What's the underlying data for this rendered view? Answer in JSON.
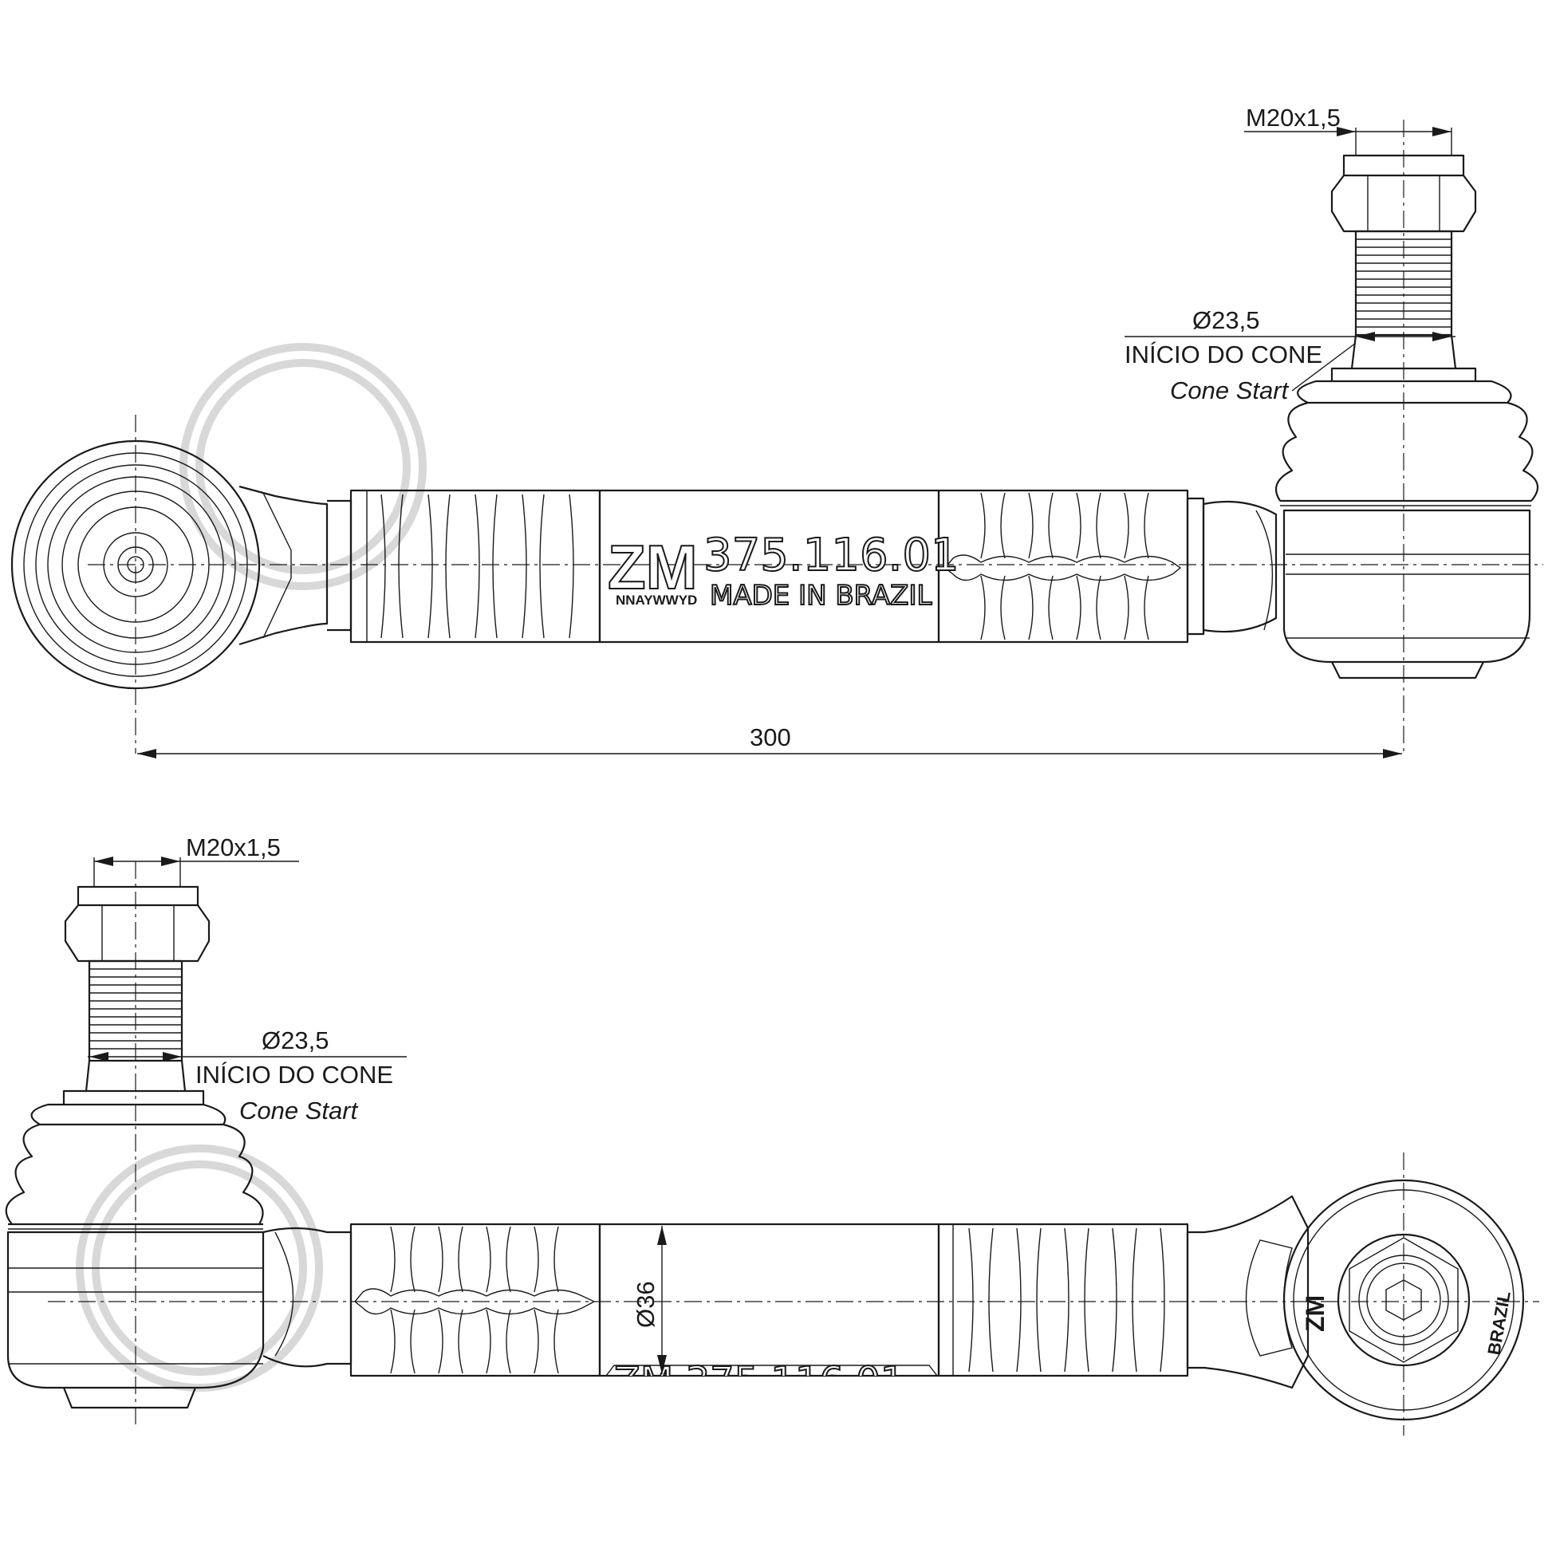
{
  "dimensions": {
    "overall_length": "300",
    "thread_top": "M20x1,5",
    "thread_bottom": "M20x1,5",
    "cone_diameter_top": "Ø23,5",
    "cone_diameter_bottom": "Ø23,5",
    "cone_label_pt_top": "INÍCIO DO CONE",
    "cone_label_pt_bottom": "INÍCIO DO CONE",
    "cone_label_en_top": "Cone Start",
    "cone_label_en_bottom": "Cone Start",
    "tube_diameter": "Ø36"
  },
  "markings": {
    "brand": "ZM",
    "date_code": "NNAYWWYD",
    "part_number": "375.116.01",
    "origin": "MADE IN BRAZIL",
    "eye_brand": "ZM",
    "eye_origin": "BRAZIL"
  }
}
